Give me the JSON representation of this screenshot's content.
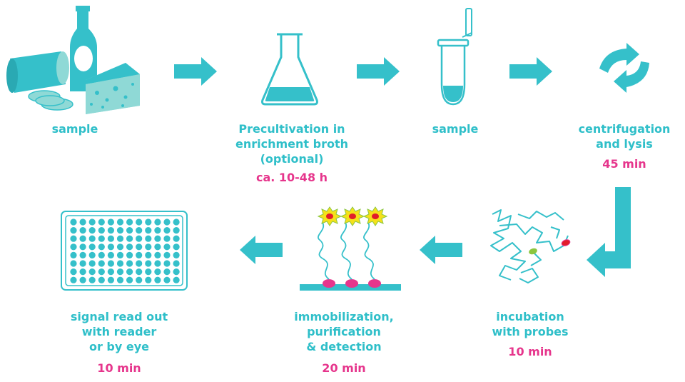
{
  "colors": {
    "teal": "#35c0ca",
    "teal_light": "#8fd9d6",
    "magenta": "#e6358c",
    "yellow": "#f5e11a",
    "green": "#8cc63f",
    "red": "#e11d2a"
  },
  "steps": [
    {
      "id": "sample-1",
      "label": "sample",
      "time": ""
    },
    {
      "id": "precultivation",
      "label": "Precultivation in\nenrichment broth\n(optional)",
      "time": "ca. 10-48 h"
    },
    {
      "id": "sample-2",
      "label": "sample",
      "time": ""
    },
    {
      "id": "centrifugation",
      "label": "centrifugation\nand lysis",
      "time": "45 min"
    },
    {
      "id": "incubation",
      "label": "incubation\nwith probes",
      "time": "10 min"
    },
    {
      "id": "immobilization",
      "label": "immobilization,\npurification\n& detection",
      "time": "20 min"
    },
    {
      "id": "readout",
      "label": "signal read out\nwith reader\nor by eye",
      "time": "10 min"
    }
  ]
}
